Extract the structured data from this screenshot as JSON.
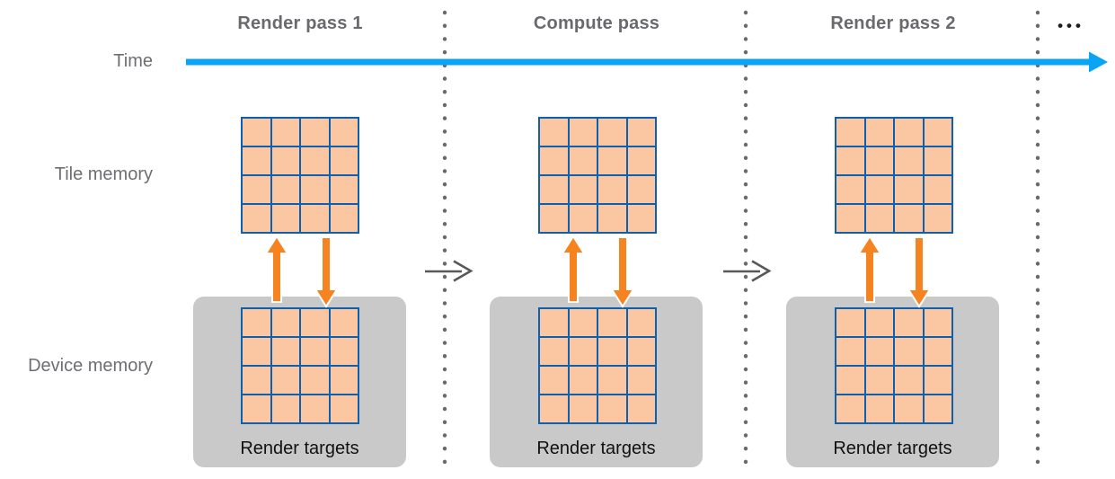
{
  "diagram": {
    "timeline_label": "Time",
    "ellipsis": "•••",
    "row_labels": [
      "Tile memory",
      "Device memory"
    ],
    "columns": [
      {
        "header": "Render pass 1",
        "render_targets": "Render targets"
      },
      {
        "header": "Compute pass",
        "render_targets": "Render targets"
      },
      {
        "header": "Render pass 2",
        "render_targets": "Render targets"
      }
    ],
    "grid": {
      "rows": 4,
      "cols": 4
    },
    "colors": {
      "peach": "#FBC7A3",
      "grid_blue": "#0C60AE",
      "orange": "#F5831F",
      "timeline_blue": "#0AA4F4",
      "box_gray": "#C9C9C9",
      "dot_gray": "#6A6A6A",
      "arrow_gray": "#58585B",
      "label_gray": "#6E6E73",
      "header_gray": "#6A6A6E",
      "text_black": "#111111",
      "background": "#FFFFFF"
    }
  }
}
